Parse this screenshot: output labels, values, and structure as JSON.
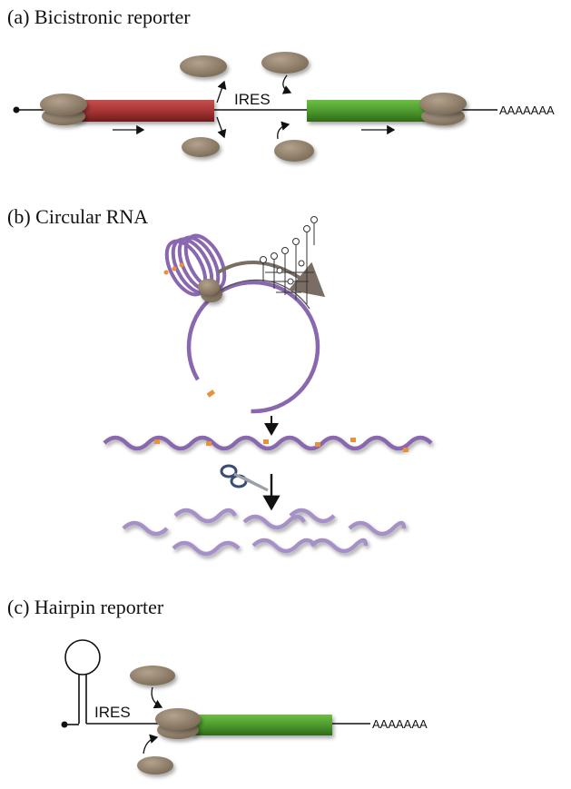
{
  "panels": {
    "a": {
      "label": "(a) Bicistronic reporter",
      "ires": "IRES",
      "polyA": "AAAAAAA"
    },
    "b": {
      "label": "(b) Circular RNA"
    },
    "c": {
      "label": "(c) Hairpin reporter",
      "ires": "IRES",
      "polyA": "AAAAAAA"
    }
  },
  "icons": [
    "ribosome-icon",
    "scissors-icon",
    "hairpin-icon",
    "arrow-icon"
  ],
  "colors": {
    "ribosome": "#8a7a66",
    "orf_red": "#a83535",
    "orf_green": "#4f9a2f",
    "circ_rna": "#8a68b0",
    "linear_rna": "#a590c8",
    "marker_orange": "#e8913a",
    "line": "#111111"
  }
}
